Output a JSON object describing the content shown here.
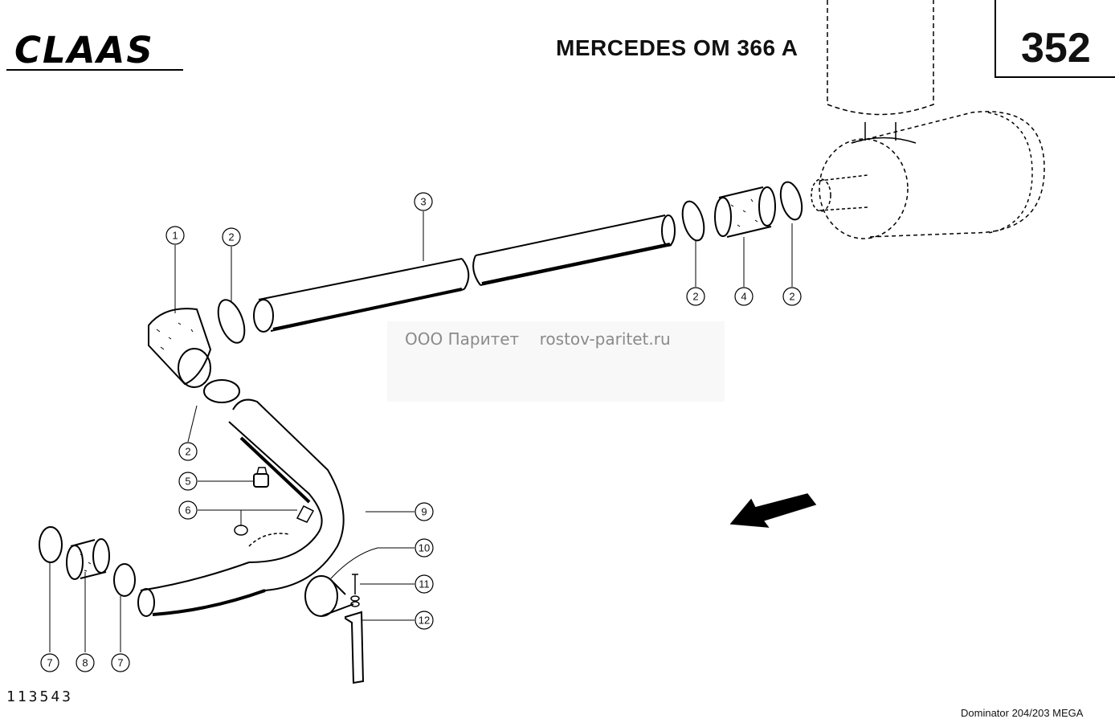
{
  "header": {
    "brand": "CLAAS",
    "title": "MERCEDES OM 366 A",
    "sheet_number": "352"
  },
  "watermark": {
    "company": "ООО Паритет",
    "site": "rostov-paritet.ru"
  },
  "footer": {
    "drawing_number": "113543",
    "model": "Dominator 204/203 MEGA"
  },
  "callouts": [
    "1",
    "2",
    "3",
    "2",
    "4",
    "2",
    "2",
    "5",
    "6",
    "9",
    "10",
    "11",
    "12",
    "7",
    "8",
    "7"
  ]
}
